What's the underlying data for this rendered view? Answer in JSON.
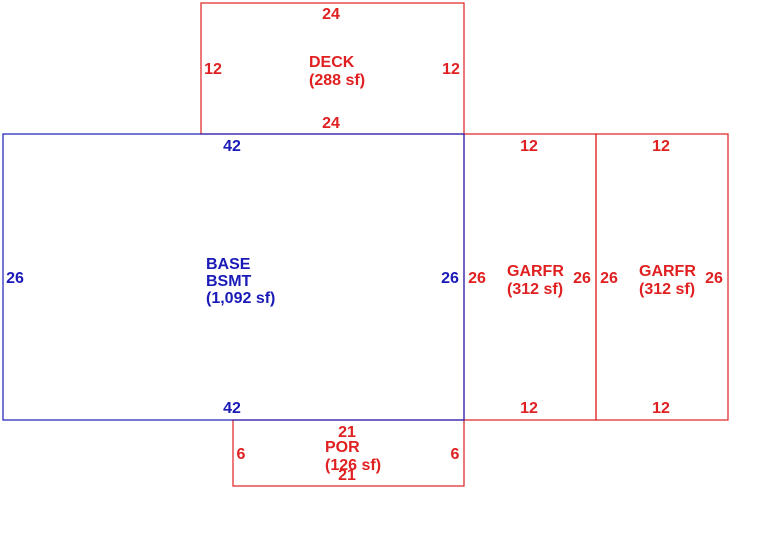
{
  "colors": {
    "base": "#1a1ab8",
    "addition": "#e02020",
    "background": "#ffffff"
  },
  "areas": {
    "deck": {
      "name": "DECK",
      "area": "(288 sf)",
      "dims": {
        "top": "24",
        "bottom": "24",
        "left": "12",
        "right": "12"
      }
    },
    "base": {
      "name_1": "BASE",
      "name_2": "BSMT",
      "area": "(1,092 sf)",
      "dims": {
        "top": "42",
        "bottom": "42",
        "left": "26",
        "right": "26"
      }
    },
    "garage_1": {
      "name": "GARFR",
      "area": "(312 sf)",
      "dims": {
        "top": "12",
        "bottom": "12",
        "left": "26",
        "right": "26"
      }
    },
    "garage_2": {
      "name": "GARFR",
      "area": "(312 sf)",
      "dims": {
        "top": "12",
        "bottom": "12",
        "left": "26",
        "right": "26"
      }
    },
    "porch": {
      "name": "POR",
      "area": "(126 sf)",
      "dims": {
        "top": "21",
        "bottom": "21",
        "left": "6",
        "right": "6"
      }
    }
  }
}
